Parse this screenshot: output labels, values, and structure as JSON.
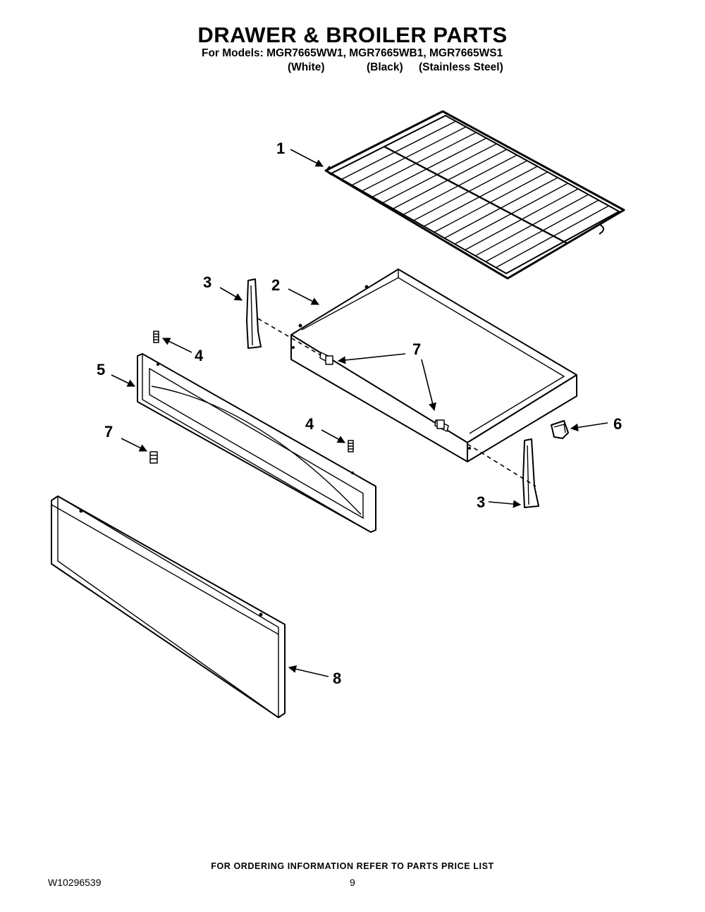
{
  "header": {
    "title": "DRAWER & BROILER PARTS",
    "models_line": "For Models: MGR7665WW1, MGR7665WB1, MGR7665WS1",
    "color_white": "(White)",
    "color_black": "(Black)",
    "color_stainless": "(Stainless Steel)"
  },
  "callouts": {
    "c1": "1",
    "c2": "2",
    "c3a": "3",
    "c3b": "3",
    "c4a": "4",
    "c4b": "4",
    "c5": "5",
    "c6": "6",
    "c7a": "7",
    "c7b": "7",
    "c8": "8"
  },
  "footer": {
    "note": "FOR ORDERING INFORMATION REFER TO PARTS PRICE LIST",
    "doc_number": "W10296539",
    "page_number": "9"
  }
}
